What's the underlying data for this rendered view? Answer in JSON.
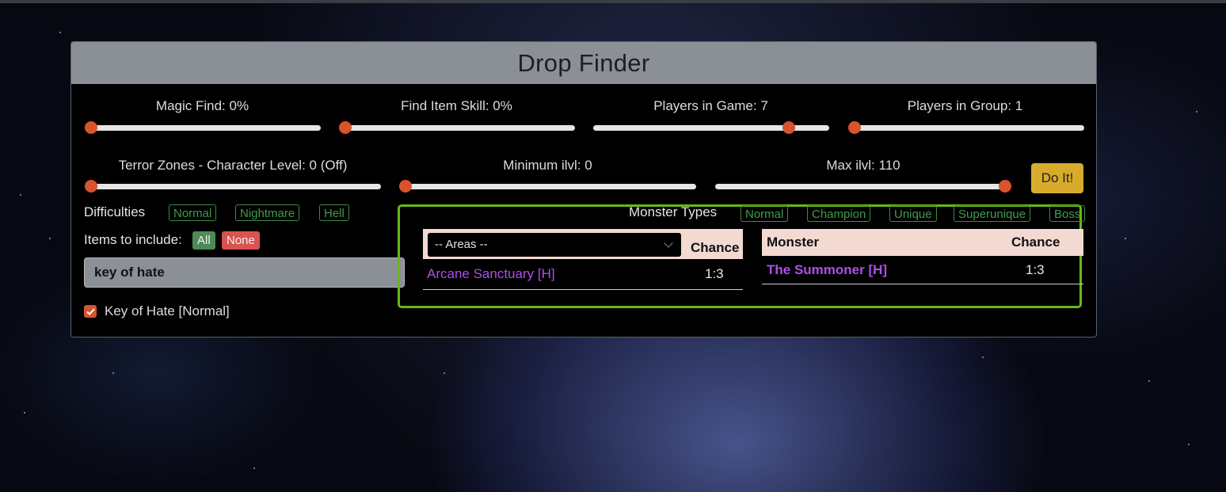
{
  "app": {
    "title": "Drop Finder"
  },
  "sliders": {
    "magic_find": {
      "label": "Magic Find: 0%",
      "value_fraction": 0
    },
    "find_item_skill": {
      "label": "Find Item Skill: 0%",
      "value_fraction": 0
    },
    "players_in_game": {
      "label": "Players in Game: 7",
      "value_fraction": 0.83
    },
    "players_in_group": {
      "label": "Players in Group: 1",
      "value_fraction": 0
    },
    "terror_zones": {
      "label": "Terror Zones - Character Level: 0 (Off)",
      "value_fraction": 0
    },
    "min_ilvl": {
      "label": "Minimum ilvl: 0",
      "value_fraction": 0
    },
    "max_ilvl": {
      "label": "Max ilvl: 110",
      "value_fraction": 1
    }
  },
  "do_it_label": "Do It!",
  "difficulties": {
    "label": "Difficulties",
    "options": [
      "Normal",
      "Nightmare",
      "Hell"
    ]
  },
  "items": {
    "label": "Items to include:",
    "all_label": "All",
    "none_label": "None"
  },
  "search": {
    "value": "key of hate"
  },
  "item_results": [
    {
      "label": "Key of Hate [Normal]",
      "checked": true
    }
  ],
  "monster_types": {
    "label": "Monster Types",
    "options": [
      "Normal",
      "Champion",
      "Unique",
      "Superunique",
      "Boss"
    ]
  },
  "areas_table": {
    "select_value": "-- Areas --",
    "chance_header": "Chance",
    "rows": [
      {
        "area": "Arcane Sanctuary [H]",
        "chance": "1:3"
      }
    ]
  },
  "monster_table": {
    "monster_header": "Monster",
    "chance_header": "Chance",
    "rows": [
      {
        "monster": "The Summoner [H]",
        "chance": "1:3"
      }
    ]
  },
  "colors": {
    "accent_orange": "#d9532c",
    "button_gold": "#d8ab2c",
    "link_purple": "#b04ee8",
    "highlight_green": "#67b81a"
  }
}
